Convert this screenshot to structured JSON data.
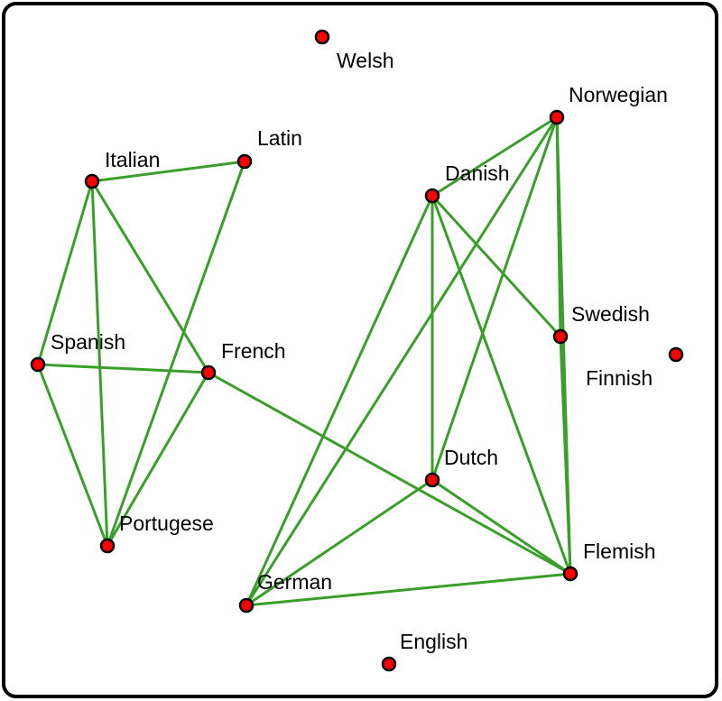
{
  "colors": {
    "edge": "#3a9e2a",
    "node_fill": "#ff0000",
    "node_stroke": "#000000",
    "frame": "#000000"
  },
  "nodes": [
    {
      "id": "welsh",
      "label": "Welsh"
    },
    {
      "id": "norwegian",
      "label": "Norwegian"
    },
    {
      "id": "latin",
      "label": "Latin"
    },
    {
      "id": "italian",
      "label": "Italian"
    },
    {
      "id": "danish",
      "label": "Danish"
    },
    {
      "id": "swedish",
      "label": "Swedish"
    },
    {
      "id": "spanish",
      "label": "Spanish"
    },
    {
      "id": "french",
      "label": "French"
    },
    {
      "id": "finnish",
      "label": "Finnish"
    },
    {
      "id": "dutch",
      "label": "Dutch"
    },
    {
      "id": "portugese",
      "label": "Portugese"
    },
    {
      "id": "flemish",
      "label": "Flemish"
    },
    {
      "id": "german",
      "label": "German"
    },
    {
      "id": "english",
      "label": "English"
    }
  ],
  "edges": [
    [
      "italian",
      "latin"
    ],
    [
      "italian",
      "spanish"
    ],
    [
      "italian",
      "french"
    ],
    [
      "italian",
      "portugese"
    ],
    [
      "latin",
      "portugese"
    ],
    [
      "spanish",
      "french"
    ],
    [
      "spanish",
      "portugese"
    ],
    [
      "french",
      "portugese"
    ],
    [
      "french",
      "flemish"
    ],
    [
      "norwegian",
      "danish"
    ],
    [
      "norwegian",
      "swedish"
    ],
    [
      "norwegian",
      "dutch"
    ],
    [
      "norwegian",
      "german"
    ],
    [
      "norwegian",
      "flemish"
    ],
    [
      "danish",
      "swedish"
    ],
    [
      "danish",
      "dutch"
    ],
    [
      "danish",
      "flemish"
    ],
    [
      "danish",
      "german"
    ],
    [
      "swedish",
      "flemish"
    ],
    [
      "dutch",
      "german"
    ],
    [
      "dutch",
      "flemish"
    ],
    [
      "german",
      "flemish"
    ]
  ]
}
